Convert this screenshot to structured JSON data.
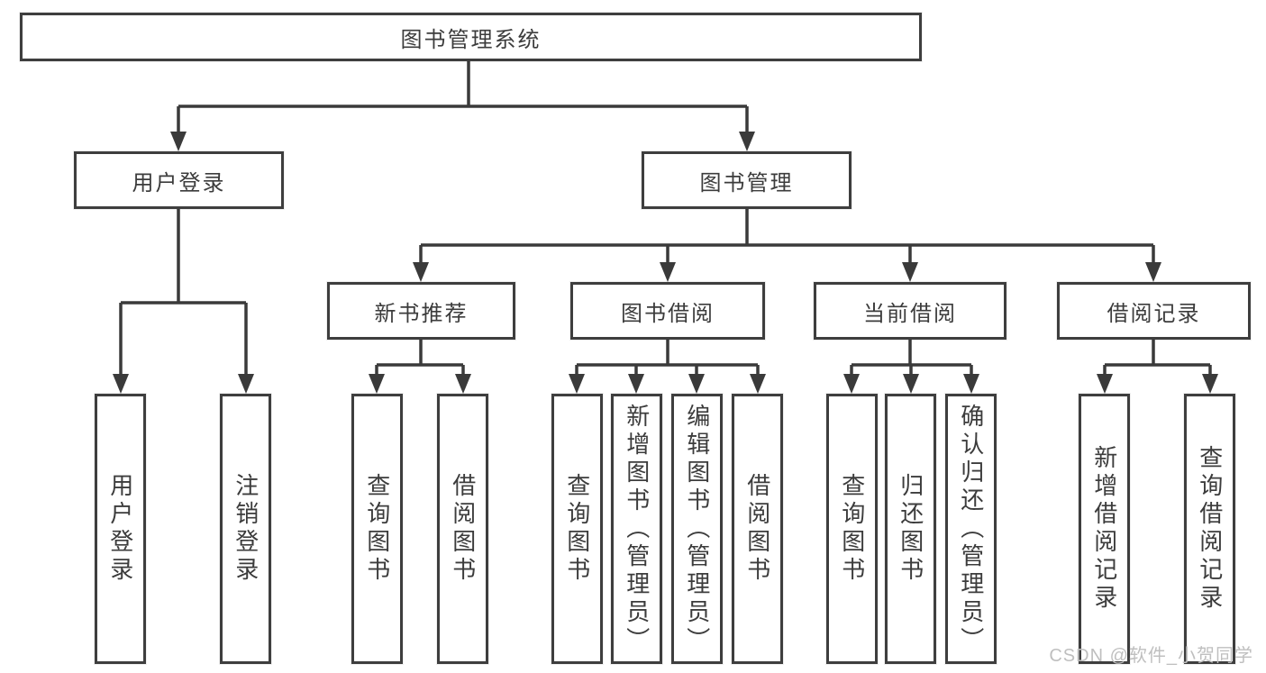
{
  "tree": {
    "root": {
      "label": "图书管理系统"
    },
    "branches": [
      {
        "label": "用户登录",
        "children": [
          {
            "label": "用户登录"
          },
          {
            "label": "注销登录"
          }
        ]
      },
      {
        "label": "图书管理",
        "children": [
          {
            "label": "新书推荐",
            "children": [
              {
                "label": "查询图书"
              },
              {
                "label": "借阅图书"
              }
            ]
          },
          {
            "label": "图书借阅",
            "children": [
              {
                "label": "查询图书"
              },
              {
                "label": "新增图书（管理员）"
              },
              {
                "label": "编辑图书（管理员）"
              },
              {
                "label": "借阅图书"
              }
            ]
          },
          {
            "label": "当前借阅",
            "children": [
              {
                "label": "查询图书"
              },
              {
                "label": "归还图书"
              },
              {
                "label": "确认归还（管理员）"
              }
            ]
          },
          {
            "label": "借阅记录",
            "children": [
              {
                "label": "新增借阅记录"
              },
              {
                "label": "查询借阅记录"
              }
            ]
          }
        ]
      }
    ]
  },
  "watermark": "CSDN @软件_小贺同学",
  "colors": {
    "line": "#3a3a3a",
    "border": "#3e3e3e",
    "text": "#3c3c3c",
    "watermark": "#bfbfbf",
    "background": "#ffffff"
  }
}
